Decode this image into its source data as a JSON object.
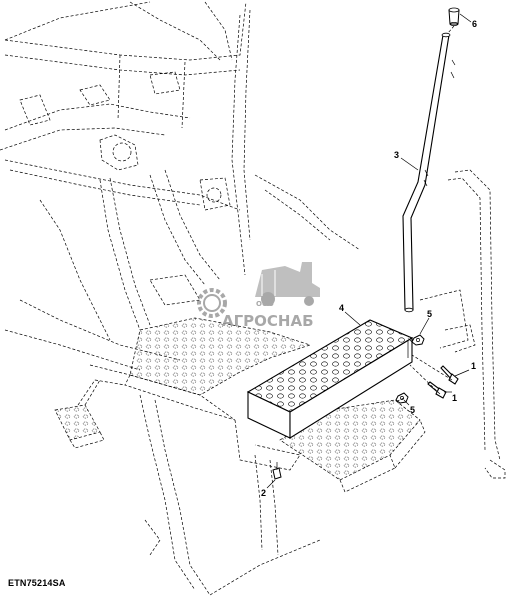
{
  "callouts": {
    "c1a": "1",
    "c1b": "1",
    "c2": "2",
    "c3": "3",
    "c4": "4",
    "c5a": "5",
    "c5b": "5",
    "c6": "6"
  },
  "watermark": {
    "company_prefix": "ООО",
    "company_name": "АГРОСНАБ"
  },
  "figure_code": "ETN75214SA",
  "colors": {
    "line": "#000000",
    "watermark": "#9a9a9a",
    "background": "#ffffff"
  }
}
